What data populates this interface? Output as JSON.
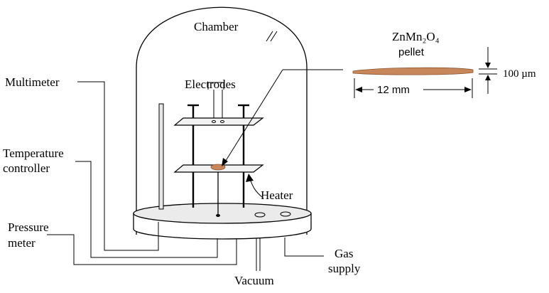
{
  "labels": {
    "chamber": "Chamber",
    "electrodes": "Electrodes",
    "multimeter": "Multimeter",
    "temperature_line1": "Temperature",
    "temperature_line2": "controller",
    "pressure_line1": "Pressure",
    "pressure_line2": "meter",
    "heater": "Heater",
    "gas_line1": "Gas",
    "gas_line2": "supply",
    "vacuum": "Vacuum",
    "pellet_formula": "ZnMn₂O₄",
    "pellet_word": "pellet",
    "thickness": "100 µm",
    "diameter": "12 mm"
  },
  "colors": {
    "pellet": "#c8875a",
    "pellet_edge": "#8a5530",
    "plate": "#f2f2f2",
    "base_top": "#ebebeb"
  }
}
